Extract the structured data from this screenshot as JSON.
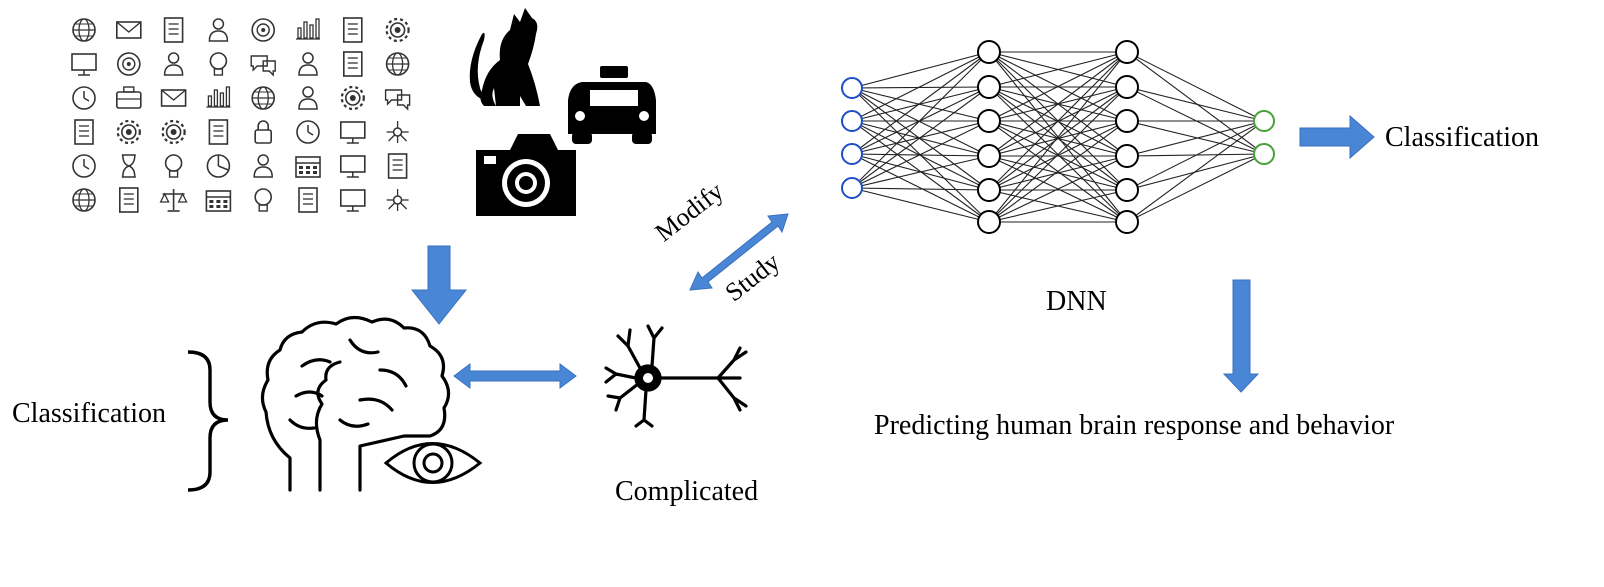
{
  "labels": {
    "left_classification": "Classification",
    "right_classification": "Classification",
    "complicated": "Complicated",
    "modify": "Modify",
    "study": "Study",
    "dnn": "DNN",
    "prediction": "Predicting human brain response and behavior"
  },
  "icon_grid": [
    [
      "globe-icon",
      "envelope-icon",
      "newspaper-icon",
      "handshake-icon",
      "target-icon",
      "bar-chart-icon",
      "id-document-icon",
      "puzzle-icon"
    ],
    [
      "presentation-icon",
      "magnifier-icon",
      "businessman-icon",
      "lightbulb-head-icon",
      "chat-bubbles-icon",
      "people-profile-icon",
      "books-icon",
      "location-person-icon"
    ],
    [
      "refresh-icon",
      "briefcase-icon",
      "envelope-open-icon",
      "money-growth-icon",
      "globe-network-icon",
      "team-icon",
      "tools-icon",
      "cloud-upload-icon"
    ],
    [
      "id-card-icon",
      "dollar-gear-icon",
      "gears-icon",
      "chart-report-icon",
      "padlock-icon",
      "stopwatch-dial-icon",
      "monitor-icon",
      "org-chart-icon"
    ],
    [
      "stopwatch-icon",
      "hourglass-icon",
      "bulb-person-icon",
      "pie-chart-icon",
      "search-person-icon",
      "calendar-icon",
      "desk-icon",
      "clipboard-check-icon"
    ],
    [
      "globe-location-icon",
      "notepad-pen-icon",
      "balance-scale-icon",
      "dollar-calendar-icon",
      "idea-bulb-icon",
      "certificate-icon",
      "laptop-user-icon",
      "network-brain-icon"
    ]
  ],
  "network": {
    "layers": [
      4,
      6,
      6,
      2
    ],
    "colors": {
      "input": "#1f4fc4",
      "hidden": "#000000",
      "output": "#4aa03a",
      "arrow": "#4a86d6",
      "edge": "#222222"
    }
  }
}
